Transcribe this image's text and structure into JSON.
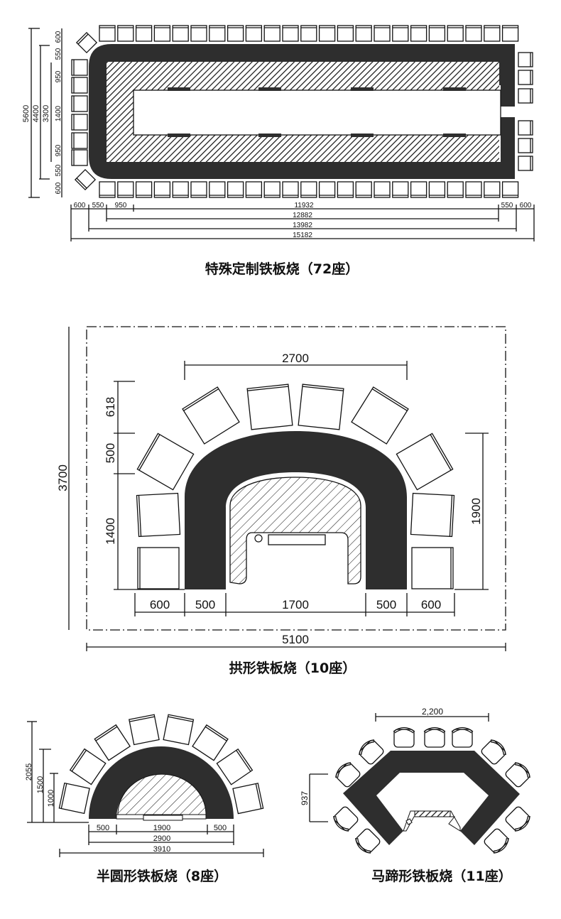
{
  "diagrams": {
    "special": {
      "title": "特殊定制铁板烧（72座）",
      "vertical_dims": [
        "5600",
        "4400",
        "3300",
        "600",
        "550",
        "950",
        "1400",
        "950",
        "550",
        "600"
      ],
      "horizontal_dims": [
        "600",
        "550",
        "950",
        "11932",
        "550",
        "600",
        "12882",
        "13982",
        "15182"
      ]
    },
    "arch": {
      "title": "拱形铁板烧（10座）",
      "dims": {
        "top": "2700",
        "height": "3700",
        "left_a": "618",
        "left_b": "500",
        "left_c": "1400",
        "right": "1900",
        "bottom": [
          "600",
          "500",
          "1700",
          "500",
          "600"
        ],
        "total": "5100"
      }
    },
    "semicircle": {
      "title": "半圆形铁板烧（8座）",
      "dims": {
        "v": [
          "2055",
          "1500",
          "1000"
        ],
        "bottom": [
          "500",
          "1900",
          "500"
        ],
        "width": "2900",
        "total": "3910"
      }
    },
    "horseshoe": {
      "title": "马蹄形铁板烧（11座）",
      "dims": {
        "top": "2,200",
        "left": "937"
      }
    }
  },
  "colors": {
    "counter": "#2e2e2e",
    "line": "#111111"
  }
}
